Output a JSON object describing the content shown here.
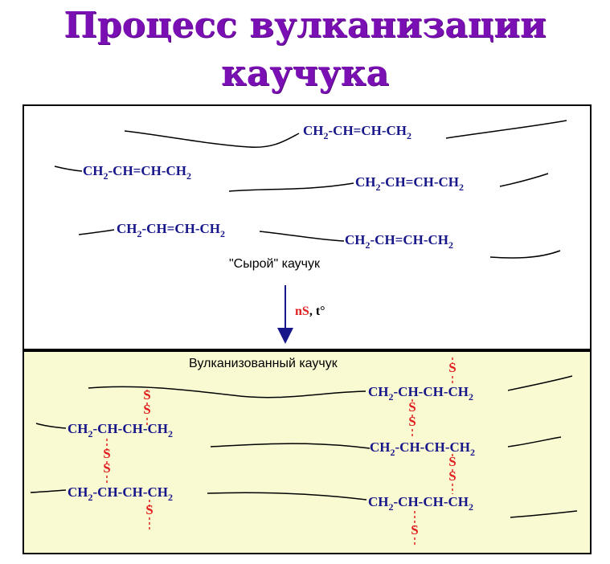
{
  "title": {
    "line1": "Процесс вулканизации",
    "line2": "каучука"
  },
  "raw_caption": "\"Сырой\" каучук",
  "reagents": {
    "n": "n",
    "s": "S",
    "sep": ",",
    "temp": "t°"
  },
  "vulc_caption": "Вулканизованный каучук",
  "unit_double": "CH2-CH=CH-CH2",
  "unit_single": "CH2-CH-CH-CH2",
  "sulfur": "S",
  "colors": {
    "title": "#7a0fb3",
    "formula": "#17178a",
    "sulfur": "#e02020",
    "vulc_bg": "#fafad2"
  }
}
